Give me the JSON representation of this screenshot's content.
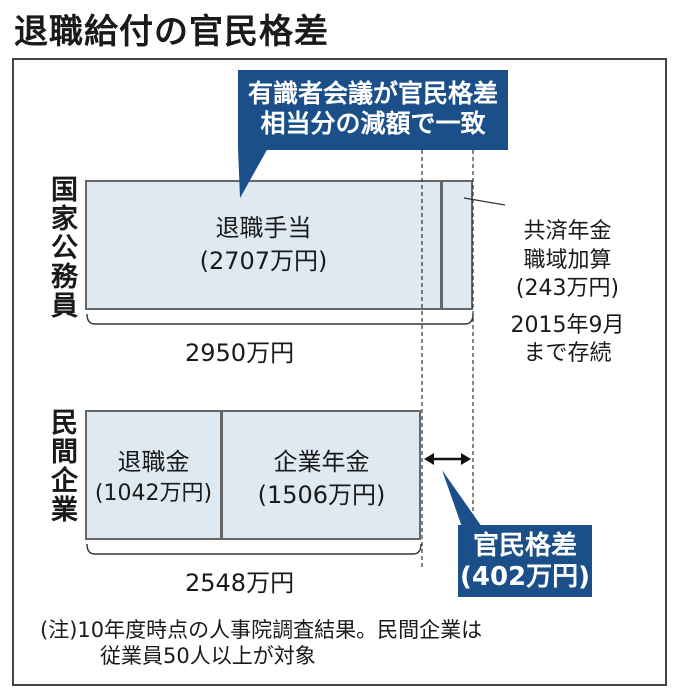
{
  "title": "退職給付の官民格差",
  "government": {
    "label": "国家公務員",
    "allowance_name": "退職手当",
    "allowance_amount": "(2707万円)",
    "total": "2950万円",
    "kyosai_line1": "共済年金",
    "kyosai_line2": "職域加算",
    "kyosai_amount": "(243万円)",
    "continue_line1": "2015年9月",
    "continue_line2": "まで存続"
  },
  "private": {
    "label": "民間企業",
    "lump_name": "退職金",
    "lump_amount": "(1042万円)",
    "pension_name": "企業年金",
    "pension_amount": "(1506万円)",
    "total": "2548万円"
  },
  "callout_top": {
    "line1": "有識者会議が官民格差",
    "line2": "相当分の減額で一致"
  },
  "callout_gap": {
    "line1": "官民格差",
    "line2": "(402万円)"
  },
  "note": {
    "line1": "(注)10年度時点の人事院調査結果。民間企業は",
    "line2": "従業員50人以上が対象"
  },
  "chart_data": {
    "type": "bar",
    "categories": [
      "国家公務員",
      "民間企業"
    ],
    "series": [
      {
        "name": "退職手当",
        "values": [
          2707,
          0
        ]
      },
      {
        "name": "共済年金 職域加算",
        "values": [
          243,
          0
        ]
      },
      {
        "name": "退職金",
        "values": [
          0,
          1042
        ]
      },
      {
        "name": "企業年金",
        "values": [
          0,
          1506
        ]
      }
    ],
    "totals": [
      2950,
      2548
    ],
    "gap": 402
  },
  "colors": {
    "bar_fill": "#dfe9f2",
    "callout": "#1b4f8a",
    "border": "#444444"
  }
}
